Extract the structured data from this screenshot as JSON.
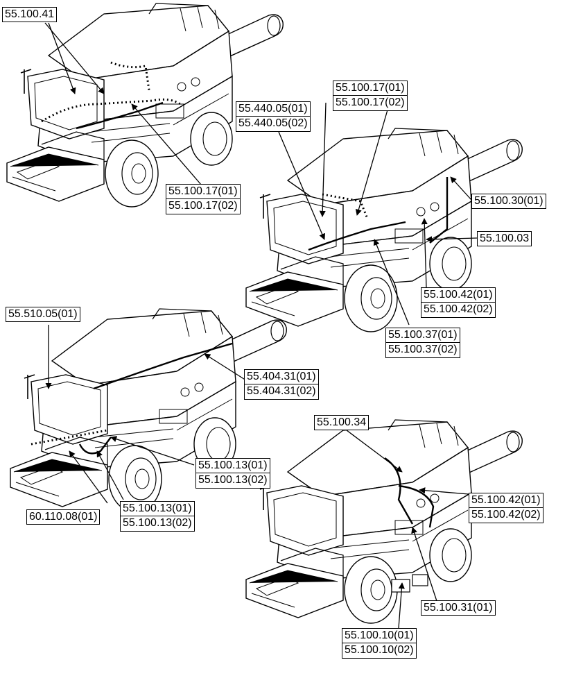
{
  "labels": {
    "top_left": "55.100.41",
    "a_17_01": "55.100.17(01)",
    "a_17_02": "55.100.17(02)",
    "b_17_01": "55.100.17(01)",
    "b_17_02": "55.100.17(02)",
    "c_440_01": "55.440.05(01)",
    "c_440_02": "55.440.05(02)",
    "c_30_01": "55.100.30(01)",
    "c_03": "55.100.03",
    "c_42_01": "55.100.42(01)",
    "c_42_02": "55.100.42(02)",
    "c_37_01": "55.100.37(01)",
    "c_37_02": "55.100.37(02)",
    "d_510_01": "55.510.05(01)",
    "d_404_01": "55.404.31(01)",
    "d_404_02": "55.404.31(02)",
    "d_13a_01": "55.100.13(01)",
    "d_13a_02": "55.100.13(02)",
    "d_13b_01": "55.100.13(01)",
    "d_13b_02": "55.100.13(02)",
    "d_60_01": "60.110.08(01)",
    "e_34": "55.100.34",
    "e_42_01": "55.100.42(01)",
    "e_42_02": "55.100.42(02)",
    "e_31_01": "55.100.31(01)",
    "e_10_01": "55.100.10(01)",
    "e_10_02": "55.100.10(02)"
  }
}
